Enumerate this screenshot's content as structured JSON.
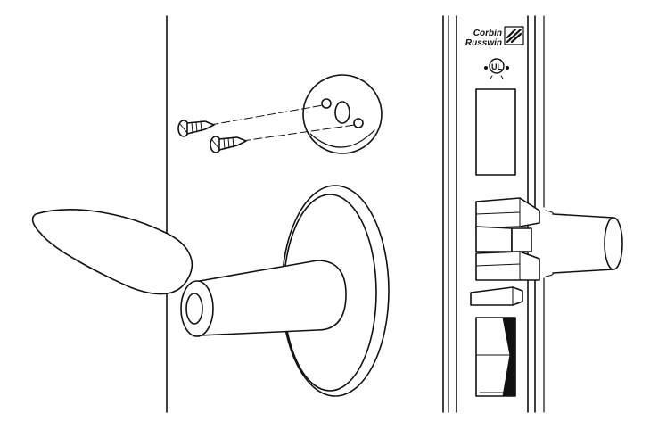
{
  "brand": {
    "line1": "Corbin",
    "line2": "Russwin",
    "logo_icon": "cr-logo-mark-icon"
  },
  "certification_mark": "ul-listed-mark-icon",
  "parts": [
    "wood-screw",
    "wood-screw",
    "mounting-plate",
    "rose",
    "lever-handle",
    "door-edge",
    "faceplate",
    "latch-bolt",
    "deadlatch-plunger",
    "strike-opening",
    "outside-lever"
  ],
  "colors": {
    "line": "#111111",
    "fill": "#ffffff",
    "shade": "#000000"
  }
}
